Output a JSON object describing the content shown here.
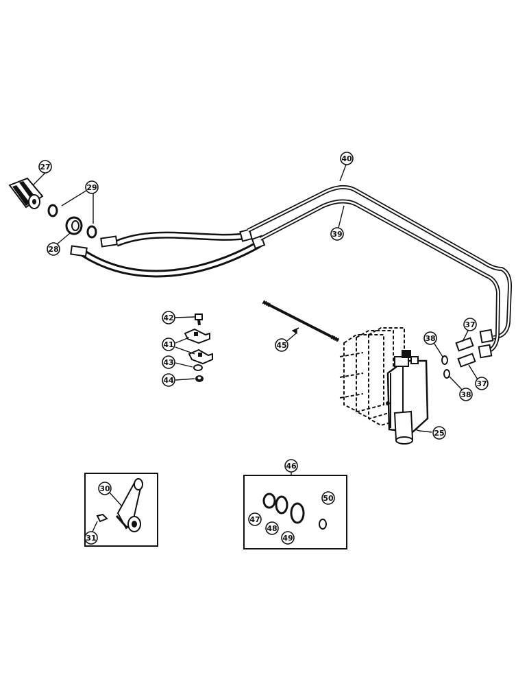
{
  "callouts": {
    "c25": "25",
    "c27": "27",
    "c28": "28",
    "c29": "29",
    "c30": "30",
    "c31": "31",
    "c37a": "37",
    "c37b": "37",
    "c38a": "38",
    "c38b": "38",
    "c39": "39",
    "c40": "40",
    "c41": "41",
    "c42": "42",
    "c43": "43",
    "c44": "44",
    "c45": "45",
    "c46": "46",
    "c47": "47",
    "c48": "48",
    "c49": "49",
    "c50": "50"
  }
}
